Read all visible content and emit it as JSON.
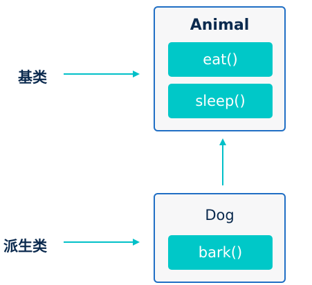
{
  "labels": {
    "base": "基类",
    "derived": "派生类"
  },
  "classes": {
    "animal": {
      "name": "Animal",
      "methods": [
        "eat()",
        "sleep()"
      ]
    },
    "dog": {
      "name": "Dog",
      "methods": [
        "bark()"
      ]
    }
  },
  "colors": {
    "border": "#1f6ec4",
    "method_fill": "#00c8c8",
    "arrow": "#00c0c8",
    "text_dark": "#0b2a4e"
  }
}
